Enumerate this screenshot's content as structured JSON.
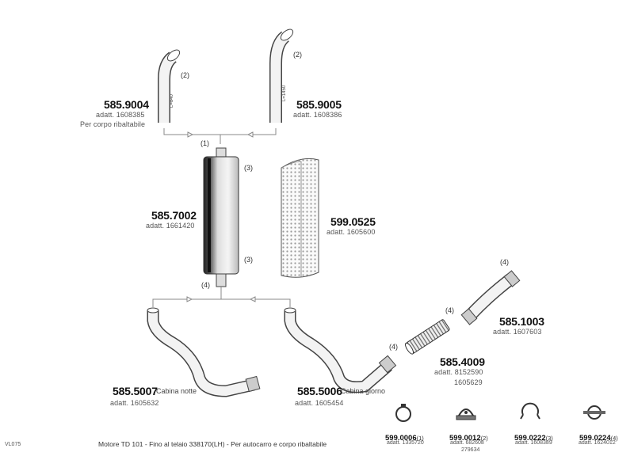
{
  "parts": {
    "pipe_short": {
      "number": "585.9004",
      "adapt": "adatt. 1608385",
      "note": "Per corpo ribaltabile",
      "ref": "(2)",
      "length": "L=840"
    },
    "pipe_long": {
      "number": "585.9005",
      "adapt": "adatt. 1608386",
      "ref": "(2)",
      "length": "L=1450"
    },
    "muffler": {
      "number": "585.7002",
      "adapt": "adatt. 1661420",
      "ref_top": "(1)",
      "ref_side_upper": "(3)",
      "ref_side_lower": "(3)",
      "ref_bottom": "(4)"
    },
    "shield": {
      "number": "599.0525",
      "adapt": "adatt. 1605600"
    },
    "pipe_night": {
      "number": "585.5007",
      "note": "Cabina notte",
      "adapt": "adatt. 1605632"
    },
    "pipe_day": {
      "number": "585.5006",
      "note": "Cabina giorno",
      "adapt": "adatt. 1605454",
      "ref": "(4)"
    },
    "flex_hose": {
      "number": "585.4009",
      "adapt": "adatt. 8152590",
      "adapt2": "1605629",
      "ref": "(4)"
    },
    "bent_pipe": {
      "number": "585.1003",
      "adapt": "adatt. 1607603",
      "ref": "(4)"
    }
  },
  "clamps": [
    {
      "number": "599.0006",
      "ref": "(1)",
      "adapt": "adatt. 1335720",
      "adapt2": ""
    },
    {
      "number": "599.0012",
      "ref": "(2)",
      "adapt": "adatt. 682608",
      "adapt2": "279634"
    },
    {
      "number": "599.0222",
      "ref": "(3)",
      "adapt": "adatt. 1608389",
      "adapt2": ""
    },
    {
      "number": "599.0224",
      "ref": "(4)",
      "adapt": "adatt. 1624012",
      "adapt2": ""
    }
  ],
  "footer": {
    "code": "VL075",
    "description": "Motore TD 101  -  Fino al telaio 338170(LH)  -  Per autocarro e corpo ribaltabile"
  }
}
